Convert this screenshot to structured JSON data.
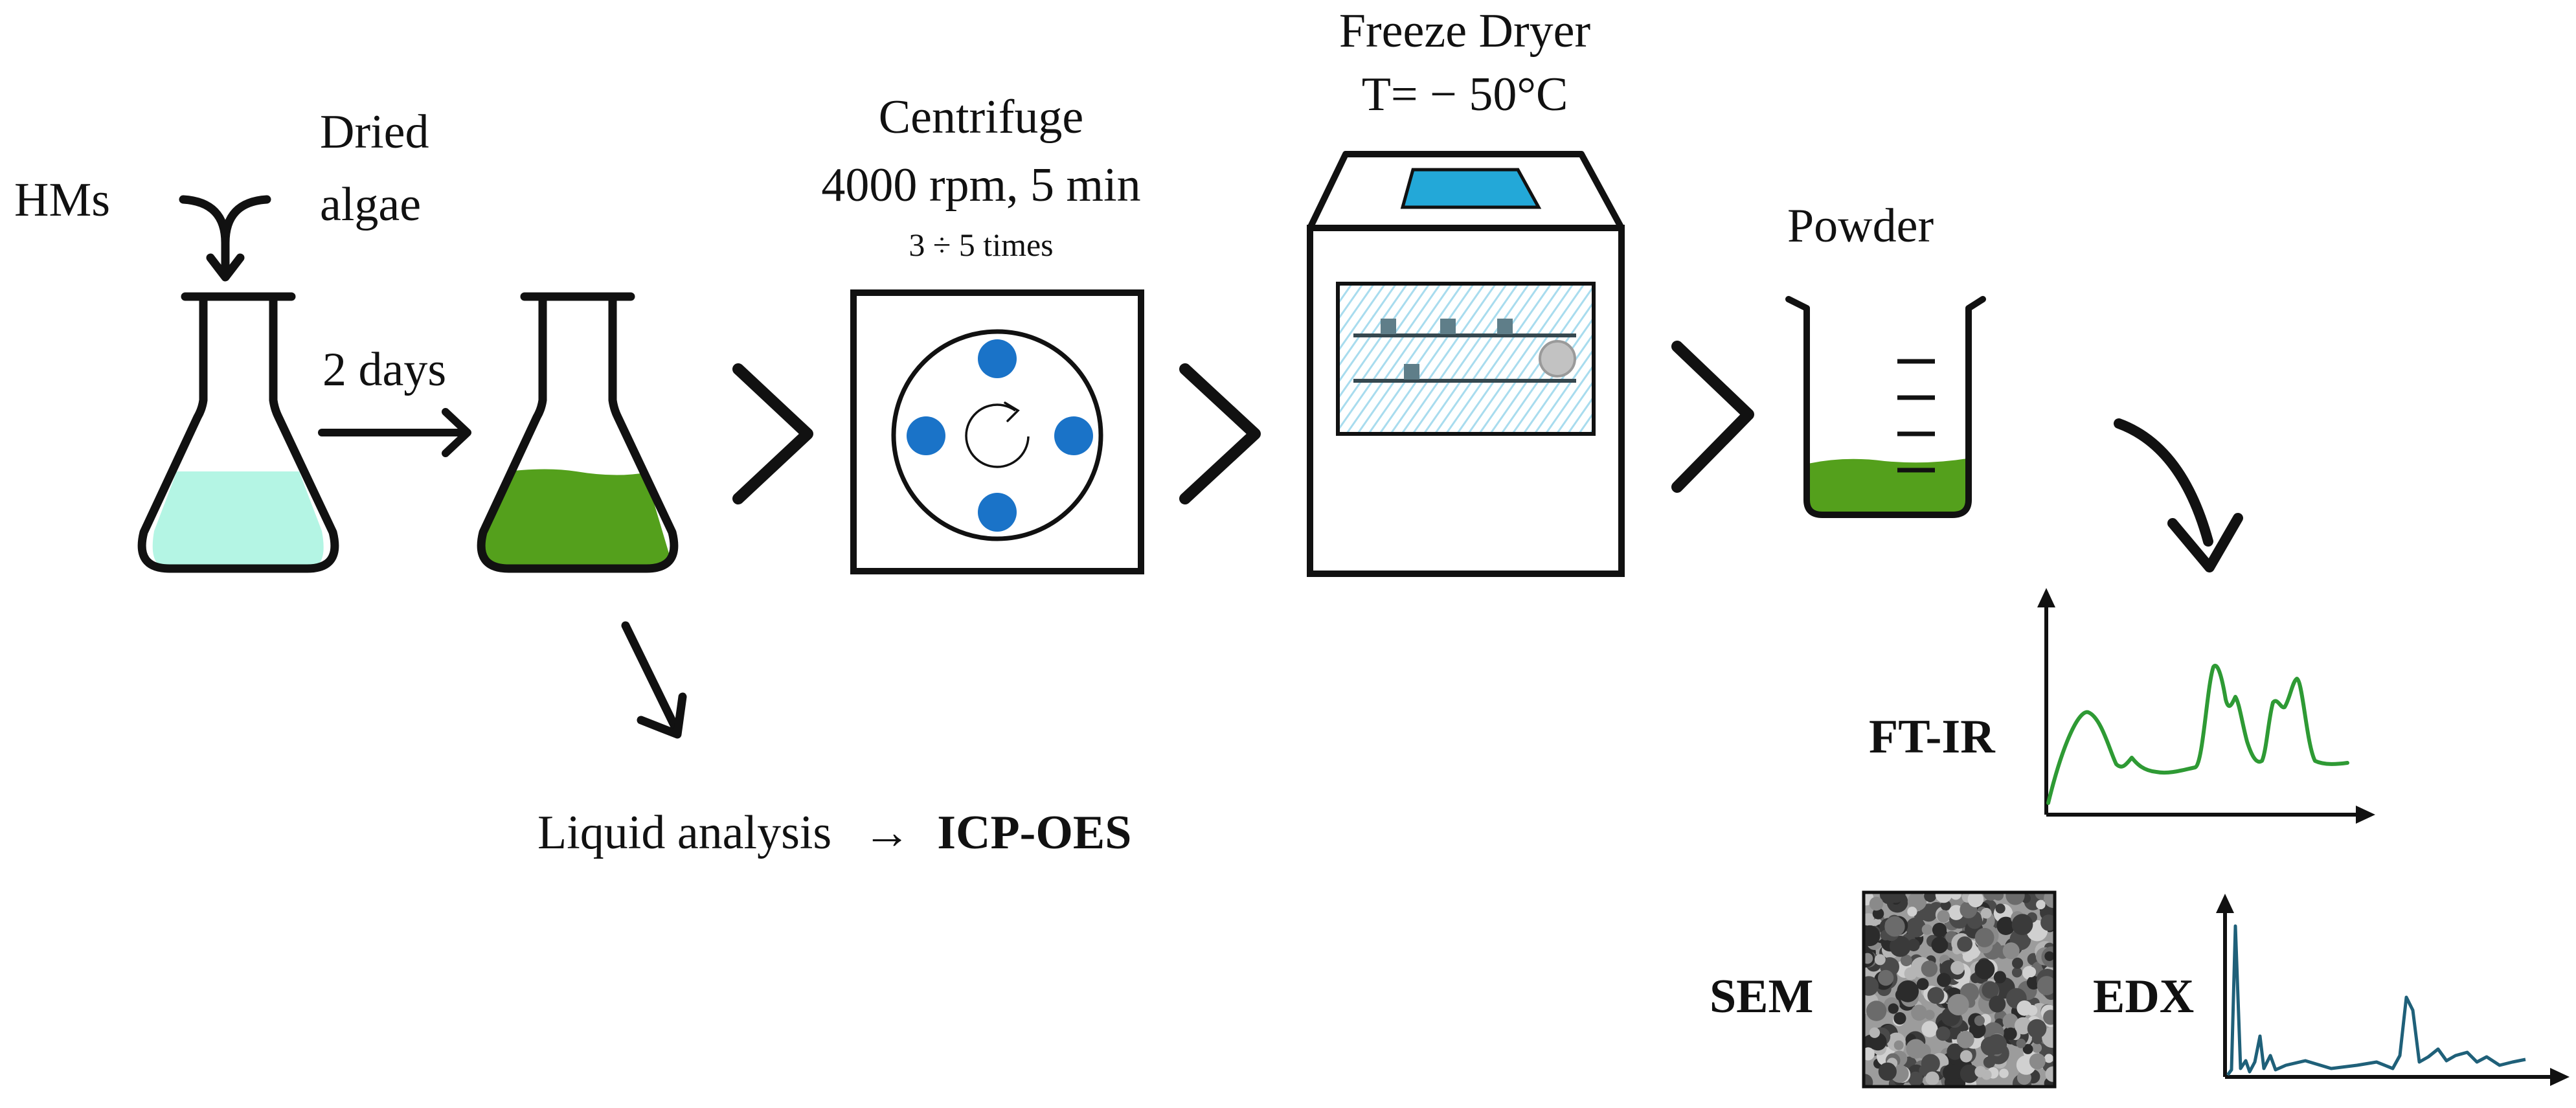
{
  "labels": {
    "hms": "HMs",
    "dried_algae_line1": "Dried",
    "dried_algae_line2": "algae",
    "duration": "2 days",
    "centrifuge_title": "Centrifuge",
    "centrifuge_speed": "4000 rpm, 5 min",
    "centrifuge_repeats": "3 ÷ 5 times",
    "freeze_dryer_title": "Freeze Dryer",
    "freeze_dryer_temp": "T= − 50°C",
    "powder": "Powder",
    "liquid_analysis": "Liquid analysis",
    "liquid_arrow": "→",
    "icp_oes": "ICP-OES",
    "ftir": "FT-IR",
    "sem": "SEM",
    "edx": "EDX"
  },
  "colors": {
    "initial_solution": "#b4f5e4",
    "algae_green": "#54a01c",
    "rotor_blue": "#1a73c8",
    "freeze_blue": "#23a8d8",
    "freeze_hatch": "#a8dcee",
    "ftir_line": "#2e9a34",
    "edx_line": "#1f6079",
    "ink": "#111111"
  },
  "icons": {
    "flask_initial": "erlenmeyer-flask-icon",
    "flask_algae": "erlenmeyer-flask-icon",
    "centrifuge": "centrifuge-icon",
    "freeze_dryer": "freeze-dryer-icon",
    "beaker": "beaker-icon",
    "sem_image": "sem-micrograph-icon"
  }
}
